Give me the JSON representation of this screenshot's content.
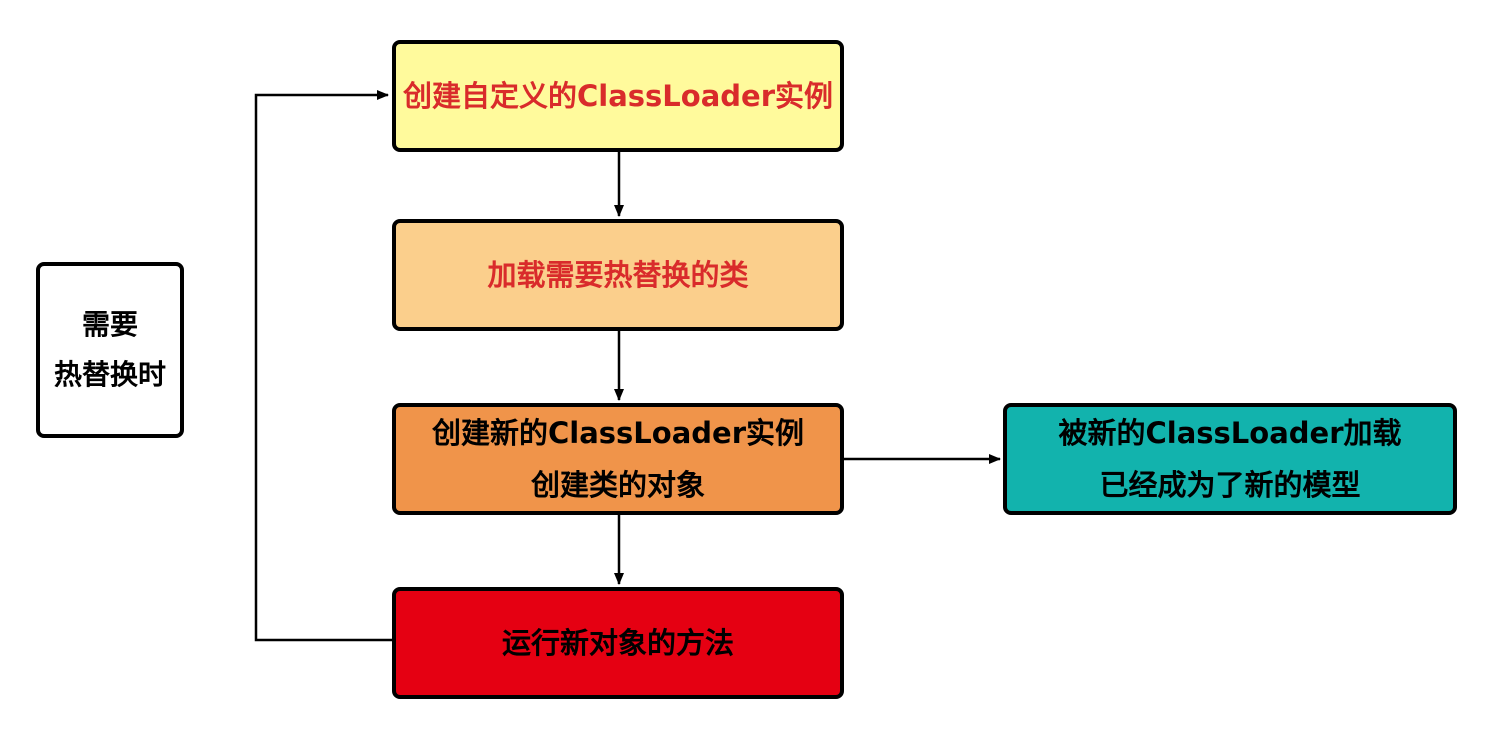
{
  "diagram": {
    "trigger": {
      "lines": [
        "需要",
        "热替换时"
      ]
    },
    "create_loader": {
      "lines": [
        "创建自定义的ClassLoader实例"
      ]
    },
    "load_class": {
      "lines": [
        "加载需要热替换的类"
      ]
    },
    "create_new": {
      "lines": [
        "创建新的ClassLoader实例",
        "创建类的对象"
      ]
    },
    "loaded_by_new": {
      "lines": [
        "被新的ClassLoader加载",
        "已经成为了新的模型"
      ]
    },
    "run_method": {
      "lines": [
        "运行新对象的方法"
      ]
    }
  },
  "colors": {
    "create_loader_fill": "#fffa9c",
    "load_class_fill": "#fbcf8c",
    "create_new_fill": "#f0944a",
    "loaded_by_new_fill": "#12b3ad",
    "run_method_fill": "#e50012",
    "highlight_text": "#d92b2b"
  }
}
